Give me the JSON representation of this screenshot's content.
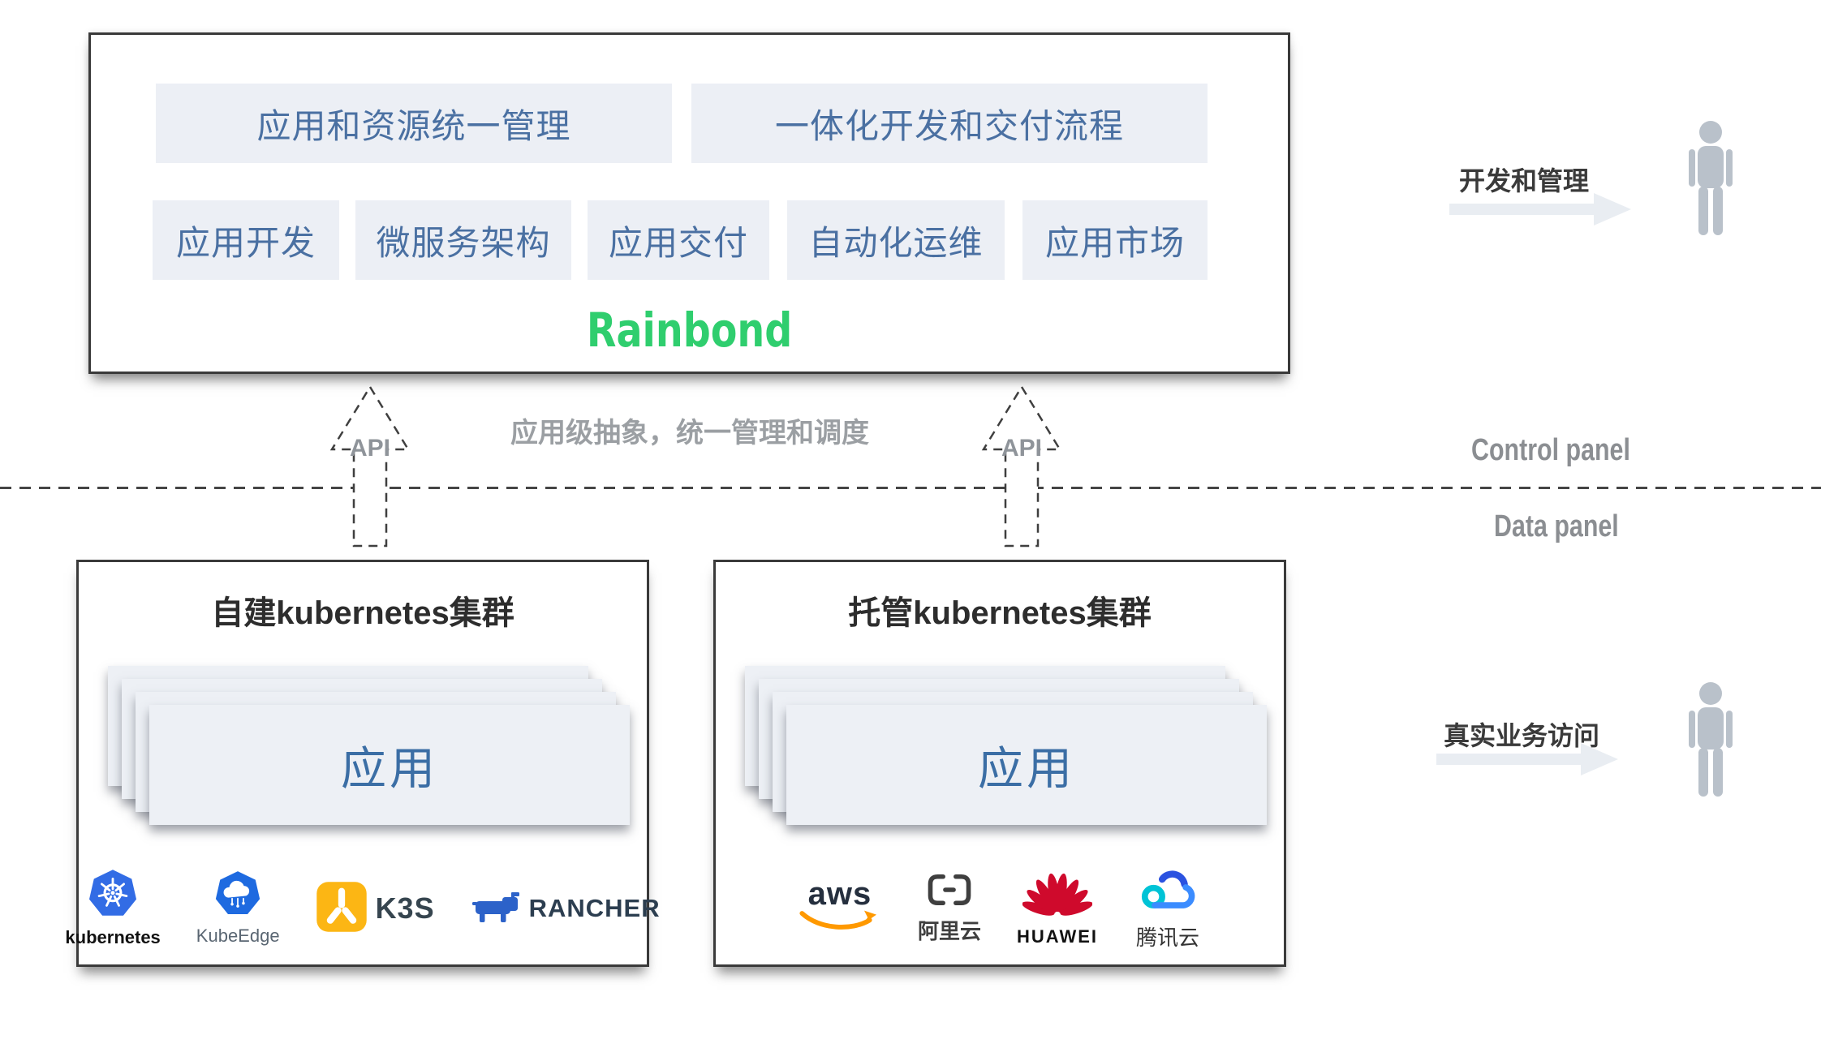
{
  "platform": {
    "chips_row1": [
      {
        "label": "应用和资源统一管理"
      },
      {
        "label": "一体化开发和交付流程"
      }
    ],
    "chips_row2": [
      {
        "label": "应用开发"
      },
      {
        "label": "微服务架构"
      },
      {
        "label": "应用交付"
      },
      {
        "label": "自动化运维"
      },
      {
        "label": "应用市场"
      }
    ],
    "brand": "Rainbond"
  },
  "middle": {
    "api_left": "API",
    "api_right": "API",
    "abstraction_text": "应用级抽象，统一管理和调度",
    "control_panel": "Control panel",
    "data_panel": "Data panel"
  },
  "flows": {
    "develop": "开发和管理",
    "access": "真实业务访问"
  },
  "clusters": {
    "self_built": {
      "title": "自建kubernetes集群",
      "app_label": "应用",
      "logos": {
        "kubernetes": "kubernetes",
        "kubeedge": "KubeEdge",
        "k3s": "K3S",
        "rancher": "RANCHER"
      }
    },
    "managed": {
      "title": "托管kubernetes集群",
      "app_label": "应用",
      "logos": {
        "aws": "aws",
        "alicloud": "阿里云",
        "huawei": "HUAWEI",
        "tencent": "腾讯云"
      }
    }
  },
  "colors": {
    "brand_green": "#2fce6e",
    "chip_bg": "#eceff5",
    "chip_text": "#4a70a2",
    "kubernetes_blue": "#326ce5",
    "kubeedge_blue": "#1e6ae0",
    "k3s_yellow": "#fcb614",
    "rancher_blue": "#2c62c9",
    "aws_orange": "#ff9900",
    "huawei_red": "#cf0a2c",
    "tencent_blue": "#3b8cff",
    "border_dark": "#3a3a3a",
    "gray_text": "#9b9fa3"
  }
}
